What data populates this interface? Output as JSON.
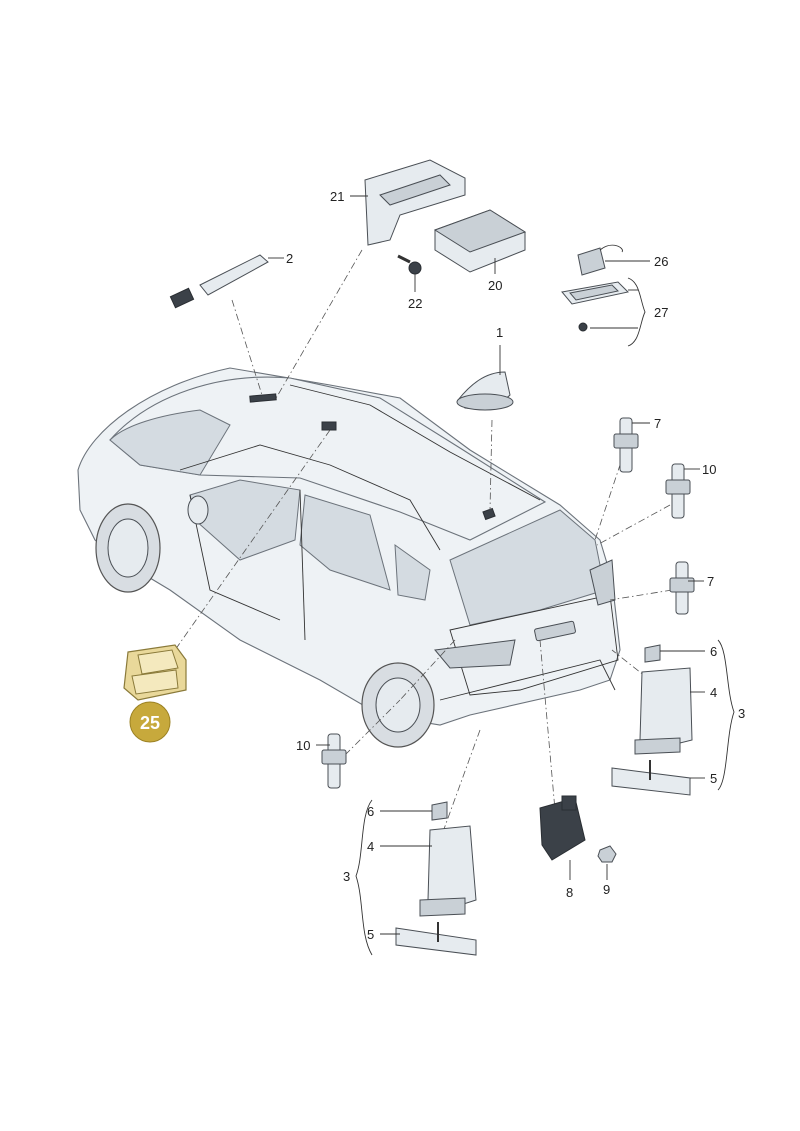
{
  "labels": {
    "l1": "1",
    "l2": "2",
    "l3a": "3",
    "l3b": "3",
    "l4a": "4",
    "l4b": "4",
    "l5a": "5",
    "l5b": "5",
    "l6a": "6",
    "l6b": "6",
    "l7a": "7",
    "l7b": "7",
    "l8": "8",
    "l9": "9",
    "l10a": "10",
    "l10b": "10",
    "l20": "20",
    "l21": "21",
    "l22": "22",
    "l26": "26",
    "l27": "27"
  },
  "highlight": {
    "number": "25",
    "color": "#c7a93c"
  }
}
